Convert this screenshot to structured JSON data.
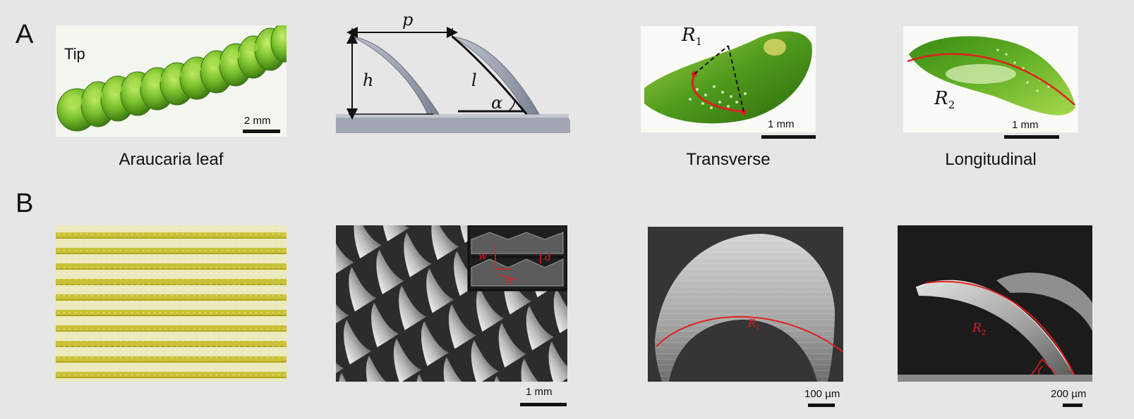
{
  "panel_a": {
    "letter": "A",
    "leaf": {
      "caption": "Araucaria leaf",
      "tip_label": "Tip",
      "scale": "2 mm"
    },
    "model": {
      "p_label": "p",
      "h_label": "h",
      "l_label": "l",
      "alpha_label": "α"
    },
    "transverse": {
      "caption": "Transverse",
      "r_label": "R",
      "r_sub": "1",
      "scale": "1 mm"
    },
    "longitudinal": {
      "caption": "Longitudinal",
      "r_label": "R",
      "r_sub": "2",
      "scale": "1 mm"
    }
  },
  "panel_b": {
    "letter": "B",
    "sem_array": {
      "scale": "1 mm",
      "inset_w": "w",
      "inset_d": "d",
      "inset_p": "p"
    },
    "sem_transverse": {
      "r_label": "R",
      "r_sub": "1",
      "scale": "100 µm"
    },
    "sem_longitudinal": {
      "r_label": "R",
      "r_sub": "2",
      "scale": "200 µm"
    }
  },
  "colors": {
    "background": "#e6e6e6",
    "leaf_green": "#6fb32a",
    "annotation_red": "#e0201e",
    "scale_bar": "#111111"
  }
}
